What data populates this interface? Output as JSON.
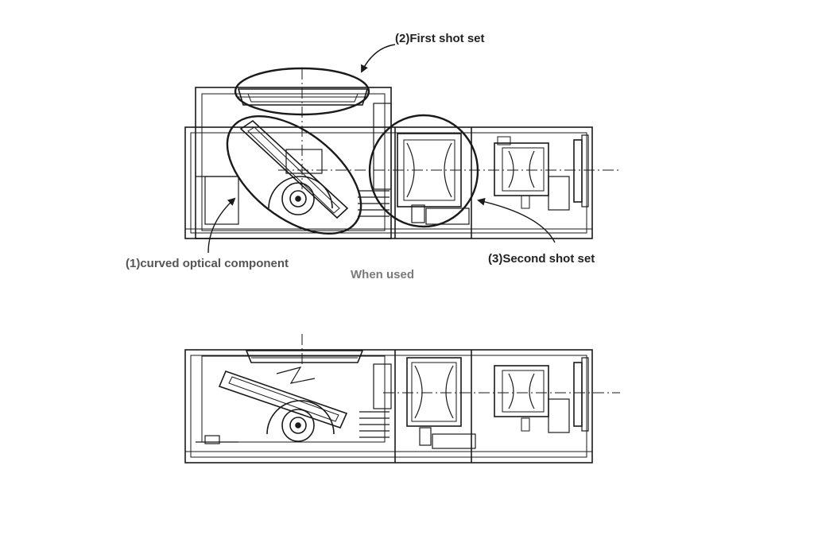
{
  "labels": {
    "first_shot_set": "(2)First shot set",
    "curved_optical_component": "(1)curved optical component",
    "second_shot_set": "(3)Second shot set",
    "when_used": "When used"
  },
  "colors": {
    "line": "#1a1a1a",
    "label_dark": "#222222",
    "label_gray": "#555555",
    "caption_gray": "#7a7a7a",
    "background": "#ffffff"
  }
}
